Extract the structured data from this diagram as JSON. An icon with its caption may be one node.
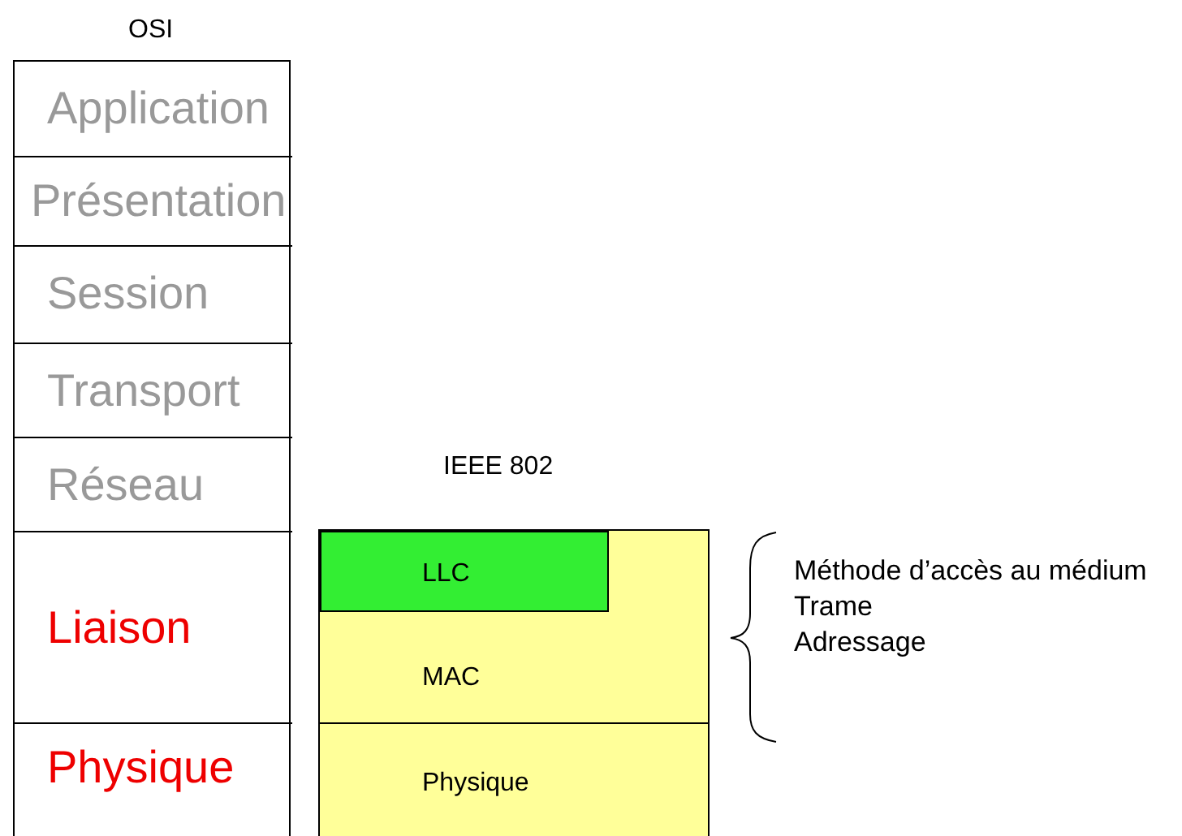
{
  "diagram": {
    "nodes": [
      {
        "text": [
          "OSI"
        ]
      },
      {
        "text": [
          "Application"
        ],
        "in": 0
      },
      {
        "text": [
          "Présentation"
        ],
        "in": 0
      },
      {
        "text": [
          "Session"
        ],
        "in": 0
      },
      {
        "text": [
          "Transport"
        ],
        "in": 0
      },
      {
        "text": [
          "Réseau"
        ],
        "in": 0
      },
      {
        "text": [
          "Liaison"
        ],
        "in": 0
      },
      {
        "text": [
          "Physique"
        ],
        "in": 0
      },
      {
        "text": [
          "IEEE 802"
        ]
      },
      {
        "text": [
          "MAC"
        ],
        "in": 8
      },
      {
        "text": [
          "LLC"
        ],
        "in": 9
      },
      {
        "text": [
          "Physique"
        ],
        "in": 8
      }
    ],
    "edges": [],
    "labels": [
      "Méthode d’accès au médium",
      "Trame",
      "Adressage"
    ]
  }
}
